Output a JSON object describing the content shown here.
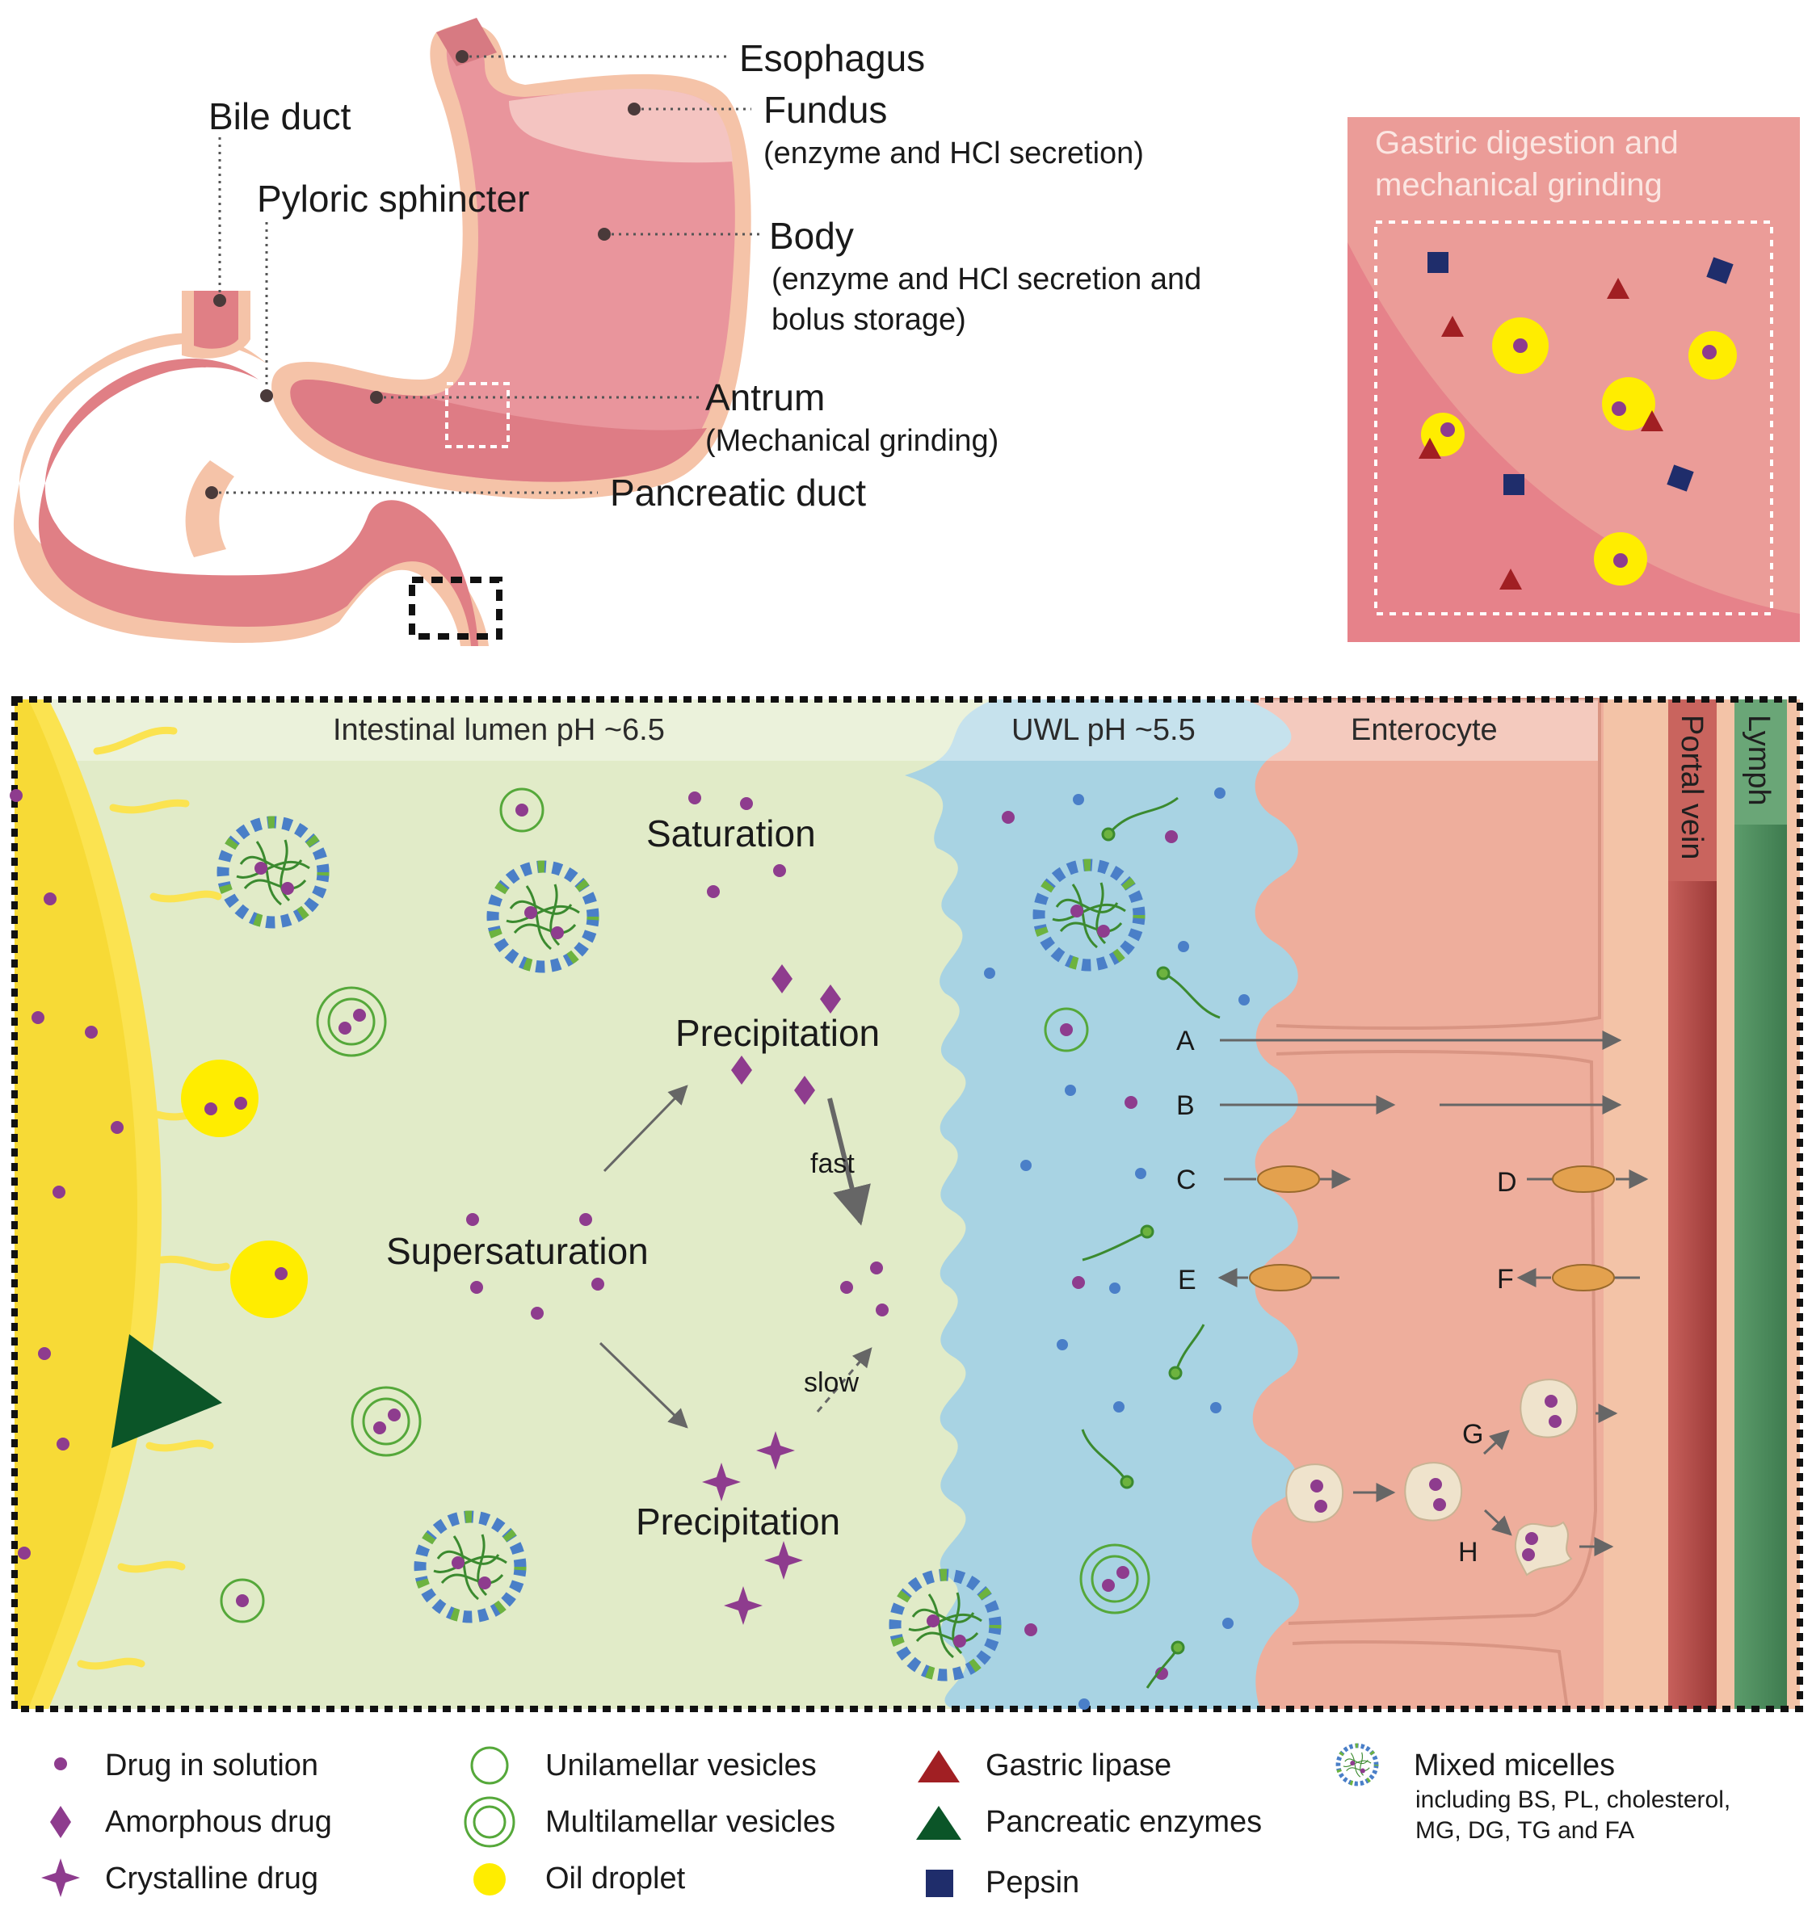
{
  "stomach_labels": {
    "esophagus": "Esophagus",
    "fundus": "Fundus",
    "fundus_desc": "(enzyme and HCl secretion)",
    "body": "Body",
    "body_desc_1": "(enzyme and HCl secretion and",
    "body_desc_2": "bolus storage)",
    "antrum": "Antrum",
    "antrum_desc": "(Mechanical grinding)",
    "pancreatic_duct": "Pancreatic duct",
    "bile_duct": "Bile duct",
    "pyloric_sphincter": "Pyloric sphincter"
  },
  "inset": {
    "title_1": "Gastric digestion and",
    "title_2": "mechanical grinding"
  },
  "intestine": {
    "lumen": "Intestinal lumen pH ~6.5",
    "uwl": "UWL pH ~5.5",
    "enterocyte": "Enterocyte",
    "portal_vein": "Portal vein",
    "lymph": "Lymph",
    "saturation": "Saturation",
    "precipitation_amorphous": "Precipitation",
    "precipitation_crystalline": "Precipitation",
    "supersaturation": "Supersaturation",
    "fast": "fast",
    "slow": "slow",
    "pathways": [
      "A",
      "B",
      "C",
      "D",
      "E",
      "F",
      "G",
      "H"
    ]
  },
  "legend": {
    "drug_in_solution": "Drug in solution",
    "amorphous_drug": "Amorphous drug",
    "crystalline_drug": "Crystalline drug",
    "unilamellar": "Unilamellar vesicles",
    "multilamellar": "Multilamellar vesicles",
    "oil_droplet": "Oil droplet",
    "gastric_lipase": "Gastric lipase",
    "pancreatic_enzymes": "Pancreatic enzymes",
    "pepsin": "Pepsin",
    "mixed_micelles": "Mixed micelles",
    "mixed_micelles_desc_1": "including BS, PL, cholesterol,",
    "mixed_micelles_desc_2": "MG, DG, TG and FA"
  },
  "colors": {
    "stomach_outer": "#f5c3a8",
    "stomach_inner": "#e8939b",
    "lumen": "#e1ebc8",
    "uwl": "#a8d3e3",
    "enterocyte": "#eeae9c",
    "portal_vein": "#b64d4a",
    "lymph": "#4f8e5e",
    "drug": "#8e3c8e",
    "oil": "#ffed00",
    "lipase": "#a11f23",
    "pancreatic": "#0b5528",
    "pepsin": "#1f2d6b"
  }
}
